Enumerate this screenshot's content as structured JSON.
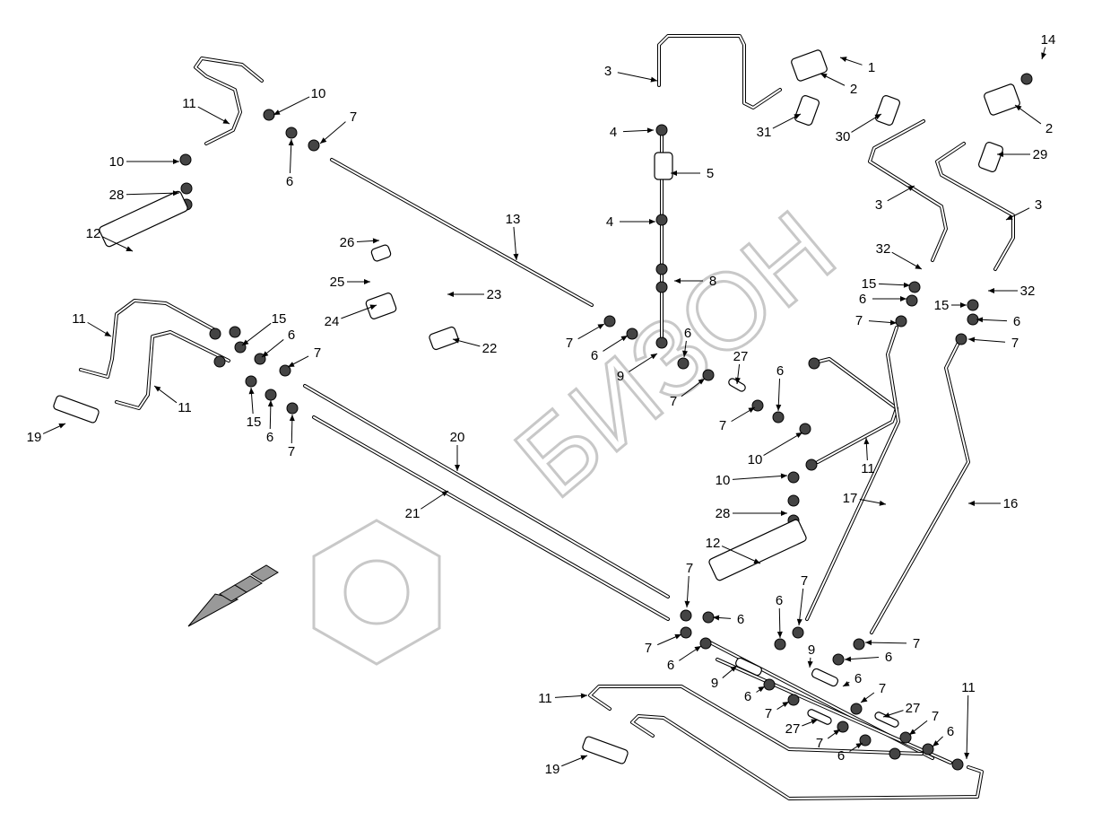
{
  "watermark": {
    "text": "БИЗОН"
  },
  "callouts": [
    "1",
    "2",
    "3",
    "31",
    "30",
    "14",
    "2",
    "29",
    "4",
    "5",
    "3",
    "3",
    "4",
    "13",
    "8",
    "26",
    "25",
    "23",
    "24",
    "22",
    "32",
    "32",
    "15",
    "15",
    "6",
    "6",
    "7",
    "7",
    "10",
    "11",
    "7",
    "6",
    "10",
    "28",
    "12",
    "11",
    "15",
    "6",
    "7",
    "11",
    "15",
    "6",
    "7",
    "19",
    "7",
    "6",
    "9",
    "6",
    "27",
    "7",
    "6",
    "7",
    "10",
    "11",
    "10",
    "28",
    "12",
    "20",
    "21",
    "17",
    "16",
    "7",
    "7",
    "6",
    "6",
    "7",
    "6",
    "9",
    "6",
    "7",
    "6",
    "9",
    "6",
    "7",
    "7",
    "27",
    "27",
    "7",
    "7",
    "6",
    "6",
    "11",
    "11",
    "19"
  ],
  "direction_arrow": "arrow-icon"
}
